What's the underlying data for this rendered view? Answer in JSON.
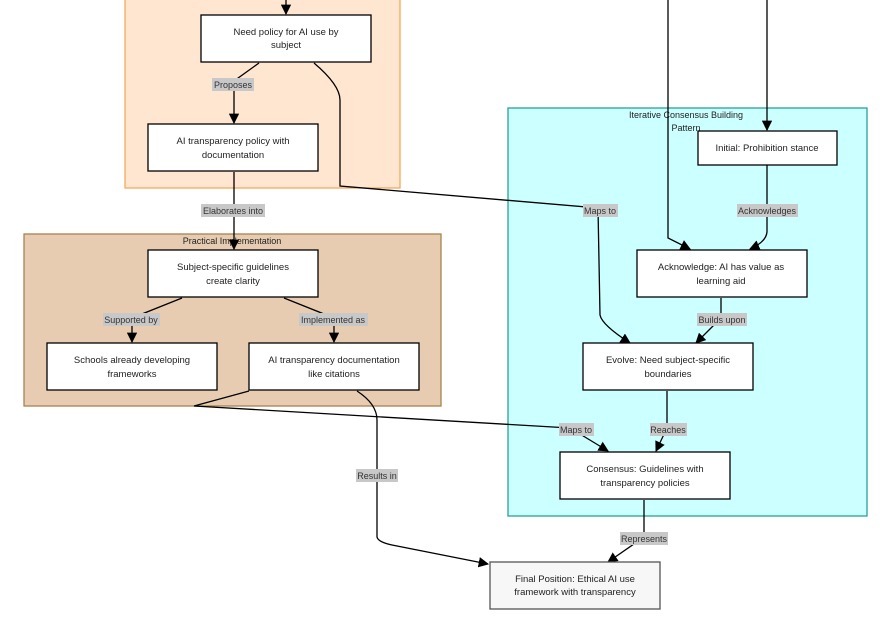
{
  "colors": {
    "cluster_top_fill": "#ffe6d0",
    "cluster_top_stroke": "#f4a95e",
    "cluster_practical_fill": "#e7ccb2",
    "cluster_practical_stroke": "#a8834f",
    "cluster_iterative_fill": "#ccffff",
    "cluster_iterative_stroke": "#2aa198",
    "node_fill": "#ffffff",
    "node_stroke": "#000000",
    "final_fill": "#f7f7f7",
    "final_stroke": "#555555",
    "edge": "#000000",
    "label_bg": "#c8c8c8"
  },
  "clusters": {
    "practical": {
      "title": "Practical Implementation"
    },
    "iterative": {
      "title_line1": "Iterative Consensus Building",
      "title_line2": "Pattern"
    }
  },
  "nodes": {
    "need_policy": {
      "line1": "Need policy for AI use by",
      "line2": "subject"
    },
    "transparency_policy": {
      "line1": "AI transparency policy with",
      "line2": "documentation"
    },
    "subject_guidelines": {
      "line1": "Subject-specific guidelines",
      "line2": "create clarity"
    },
    "schools_frameworks": {
      "line1": "Schools already developing",
      "line2": "frameworks"
    },
    "ai_documentation": {
      "line1": "AI transparency documentation",
      "line2": "like citations"
    },
    "initial": {
      "line1": "Initial: Prohibition stance"
    },
    "acknowledge": {
      "line1": "Acknowledge: AI has value as",
      "line2": "learning aid"
    },
    "evolve": {
      "line1": "Evolve: Need subject-specific",
      "line2": "boundaries"
    },
    "consensus": {
      "line1": "Consensus: Guidelines with",
      "line2": "transparency policies"
    },
    "final": {
      "line1": "Final Position: Ethical AI use",
      "line2": "framework with transparency"
    }
  },
  "edge_labels": {
    "proposes": "Proposes",
    "elaborates_into": "Elaborates into",
    "supported_by": "Supported by",
    "implemented_as": "Implemented as",
    "maps_to_1": "Maps to",
    "acknowledges": "Acknowledges",
    "builds_upon": "Builds upon",
    "maps_to_2": "Maps to",
    "reaches": "Reaches",
    "results_in": "Results in",
    "represents": "Represents"
  }
}
